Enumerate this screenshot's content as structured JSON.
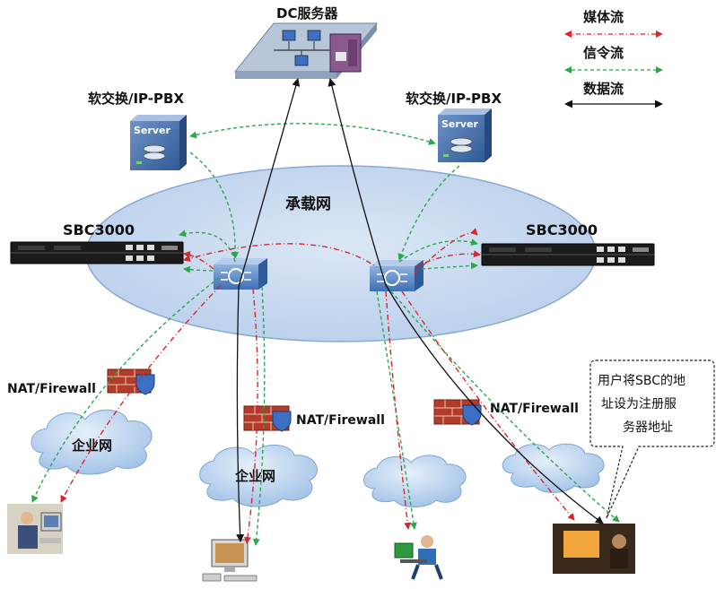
{
  "legend": {
    "media_stream": "媒体流",
    "signaling_stream": "信令流",
    "data_stream": "数据流",
    "colors": {
      "media": "#d9262b",
      "signaling": "#2aa84a",
      "data": "#111111"
    }
  },
  "dc_server": {
    "label": "DC服务器"
  },
  "softswitch_left": {
    "label": "软交换/IP-PBX",
    "icon_text": "Server"
  },
  "softswitch_right": {
    "label": "软交换/IP-PBX",
    "icon_text": "Server"
  },
  "bearer_network": {
    "label": "承载网",
    "fill": "#c8d9f0"
  },
  "sbc_left": {
    "label": "SBC3000"
  },
  "sbc_right": {
    "label": "SBC3000"
  },
  "firewall_1": {
    "label": "NAT/Firewall"
  },
  "firewall_2": {
    "label": "NAT/Firewall"
  },
  "firewall_3": {
    "label": "NAT/Firewall"
  },
  "enterprise_net_1": {
    "label": "企业网"
  },
  "enterprise_net_2": {
    "label": "企业网"
  },
  "callout": {
    "line1": "用户将SBC的地",
    "line2": "址设为注册服",
    "line3": "务器地址"
  }
}
